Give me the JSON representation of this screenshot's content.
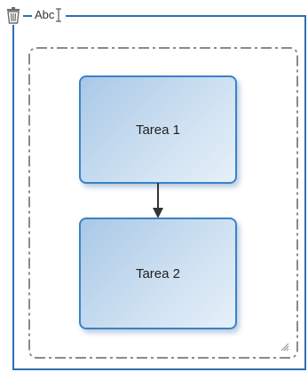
{
  "pool": {
    "title": "Abc",
    "delete_icon": "trash-icon",
    "cursor_icon": "text-cursor-icon"
  },
  "group": {
    "border_style": "dash-dot",
    "resize_icon": "resize-grip-icon"
  },
  "tasks": [
    {
      "label": "Tarea 1"
    },
    {
      "label": "Tarea 2"
    }
  ],
  "colors": {
    "pool_border": "#2a6fb3",
    "task_border": "#3a82c6",
    "task_fill_start": "#a9c8e6",
    "task_fill_end": "#e6f0fa",
    "group_border": "#8a8a8a",
    "connector": "#333333"
  }
}
